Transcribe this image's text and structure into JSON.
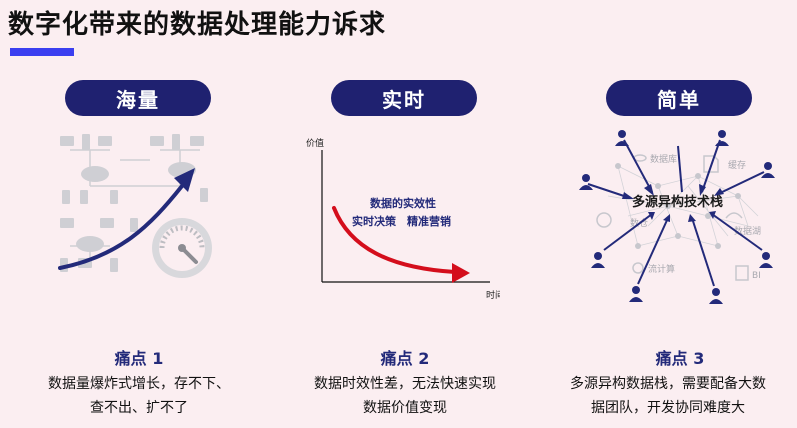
{
  "title": "数字化带来的数据处理能力诉求",
  "colors": {
    "background": "#fbeef1",
    "accent_bar": "#3b3ff0",
    "pill": "#1f2170",
    "pain_title": "#232a7a",
    "curve_arrow": "#d40e1c"
  },
  "columns": [
    {
      "pill": "海量",
      "pain_title": "痛点 1",
      "pain_desc_line1": "数据量爆炸式增长，存不下、",
      "pain_desc_line2": "查不出、扩不了"
    },
    {
      "pill": "实时",
      "pain_title": "痛点 2",
      "pain_desc_line1": "数据时效性差，无法快速实现",
      "pain_desc_line2": "数据价值变现"
    },
    {
      "pill": "简单",
      "pain_title": "痛点 3",
      "pain_desc_line1": "多源异构数据栈，需要配备大数",
      "pain_desc_line2": "据团队，开发协同难度大"
    }
  ],
  "chart": {
    "ylabel": "价值",
    "xlabel": "时间",
    "annotation_line1": "数据的实效性",
    "annotation_line2": "实时决策　精准营销"
  },
  "network": {
    "center_label": "多源异构技术栈",
    "nodes": [
      "数据库",
      "缓存",
      "数仓",
      "数据湖",
      "流计算",
      "BI"
    ]
  }
}
